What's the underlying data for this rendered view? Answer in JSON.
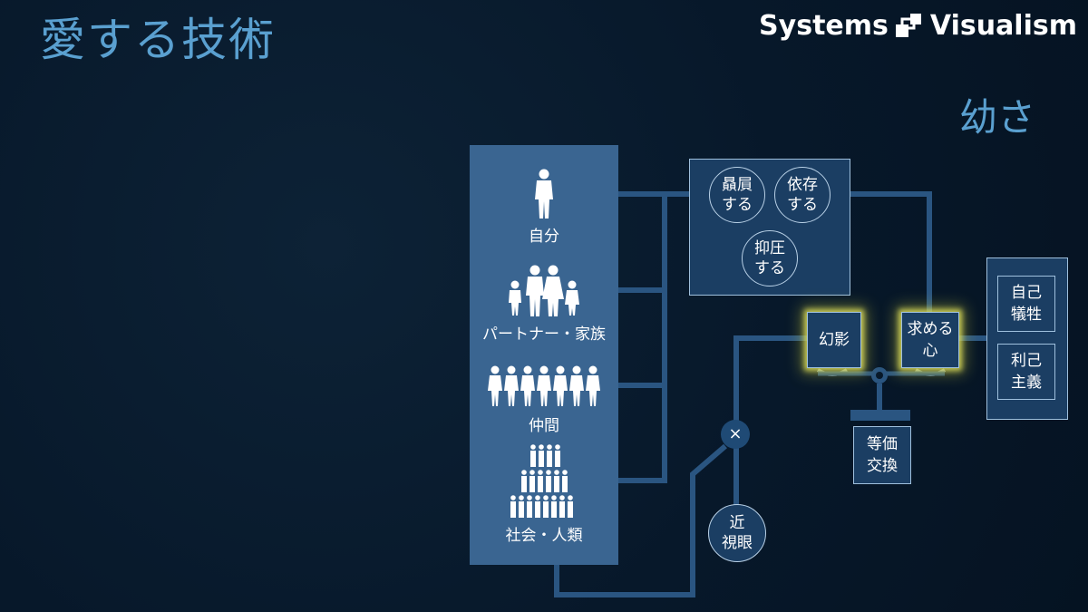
{
  "slide": {
    "title": "愛する技術",
    "subtitle": "幼さ",
    "brand_left": "Systems",
    "brand_right": "Visualism"
  },
  "people": [
    {
      "label": "自分",
      "icon": "single-person-icon"
    },
    {
      "label": "パートナー・家族",
      "icon": "family-icon"
    },
    {
      "label": "仲間",
      "icon": "group-icon"
    },
    {
      "label": "社会・人類",
      "icon": "crowd-pyramid-icon"
    }
  ],
  "behaviors": [
    {
      "line1": "贔屓",
      "line2": "する"
    },
    {
      "line1": "依存",
      "line2": "する"
    },
    {
      "line1": "抑圧",
      "line2": "する"
    }
  ],
  "balance": {
    "left": "幻影",
    "right_line1": "求める",
    "right_line2": "心",
    "base_line1": "等価",
    "base_line2": "交換"
  },
  "outcomes": [
    {
      "line1": "自己",
      "line2": "犠牲"
    },
    {
      "line1": "利己",
      "line2": "主義"
    }
  ],
  "junction_symbol": "×",
  "myopia": {
    "line1": "近",
    "line2": "視眼"
  },
  "colors": {
    "background": "#07182a",
    "panel": "#3a6591",
    "box": "#1b3e63",
    "wire": "#2a5581",
    "accent_text": "#5aa0d0",
    "glow": "#e0e05a"
  }
}
